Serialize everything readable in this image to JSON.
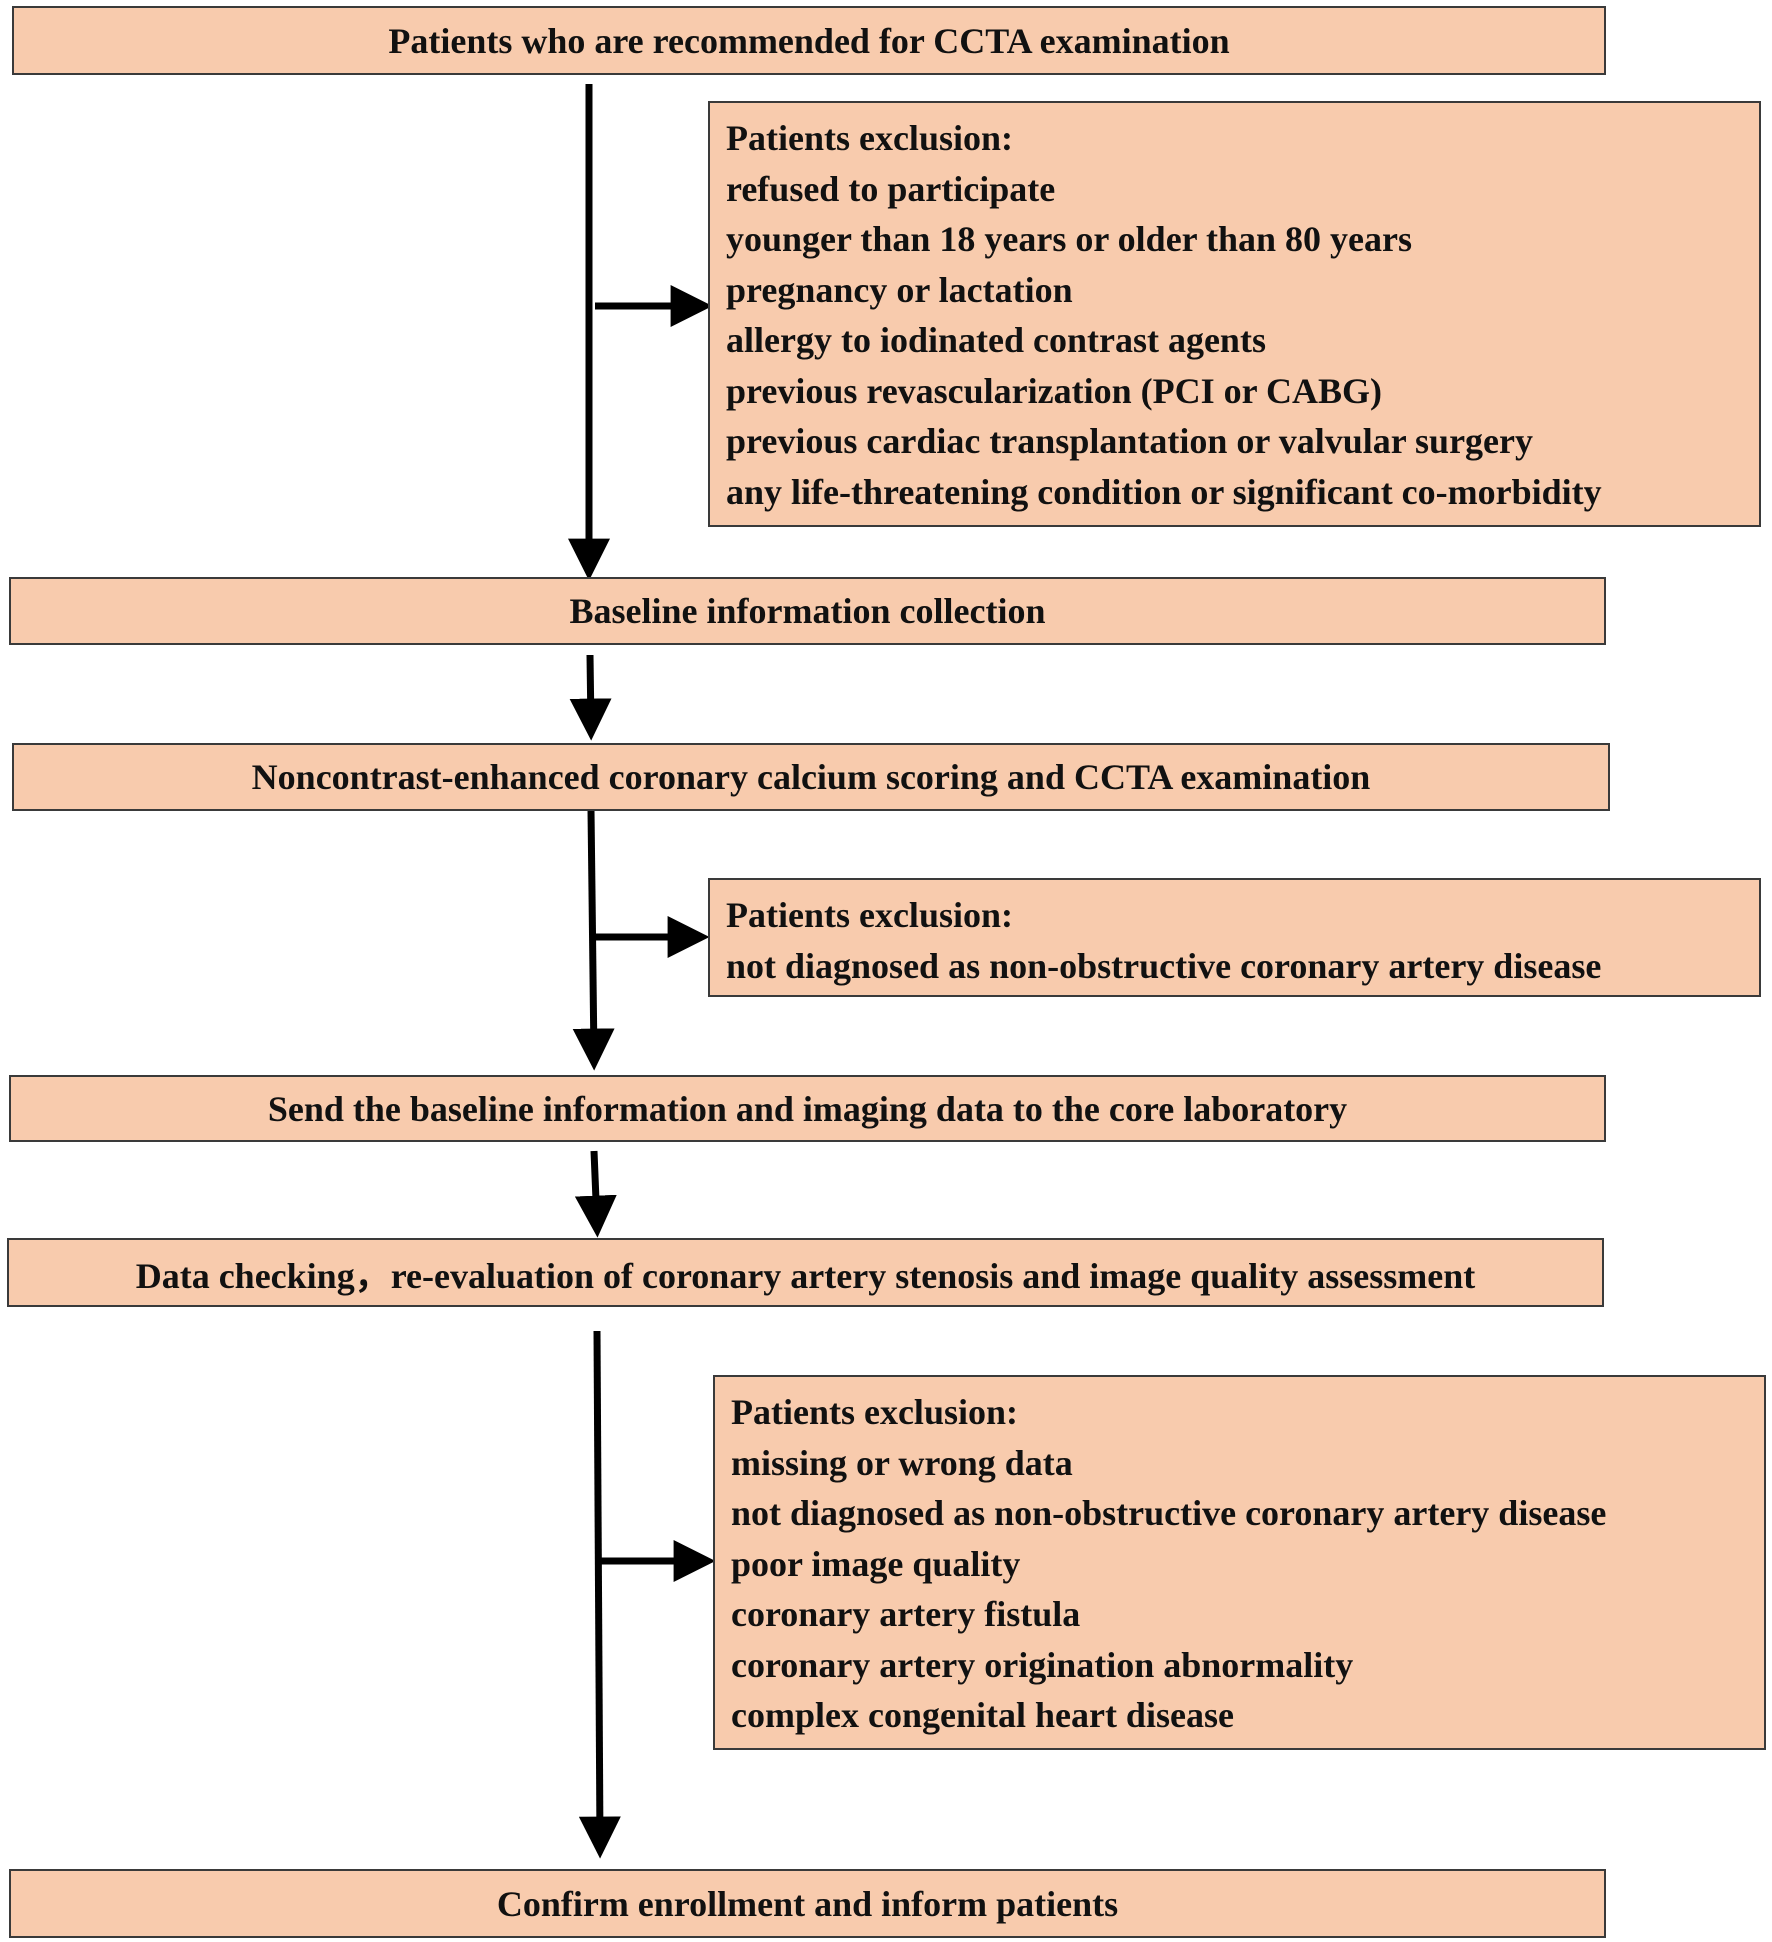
{
  "steps": [
    "Patients who are recommended for CCTA examination",
    "Baseline information collection",
    "Noncontrast-enhanced coronary calcium scoring and CCTA examination",
    "Send the baseline information and imaging data to the core laboratory",
    "Data checking，re-evaluation of coronary artery stenosis and image quality assessment",
    "Confirm enrollment and inform patients"
  ],
  "exclusion_boxes": [
    {
      "title": "Patients exclusion:",
      "items": [
        "refused to participate",
        "younger than 18 years or older than 80 years",
        "pregnancy or lactation",
        "allergy to iodinated contrast agents",
        "previous revascularization (PCI or CABG)",
        "previous cardiac transplantation or valvular surgery",
        "any life-threatening condition or significant co-morbidity"
      ]
    },
    {
      "title": "Patients exclusion:",
      "items": [
        "not diagnosed as non-obstructive coronary artery disease"
      ]
    },
    {
      "title": "Patients exclusion:",
      "items": [
        "missing or wrong data",
        "not diagnosed as non-obstructive coronary artery disease",
        "poor image quality",
        "coronary artery fistula",
        "coronary artery origination abnormality",
        "complex congenital heart disease"
      ]
    }
  ],
  "colors": {
    "box_fill": "#f8cbad",
    "box_border": "#3a3a3a",
    "arrow": "#000000"
  }
}
